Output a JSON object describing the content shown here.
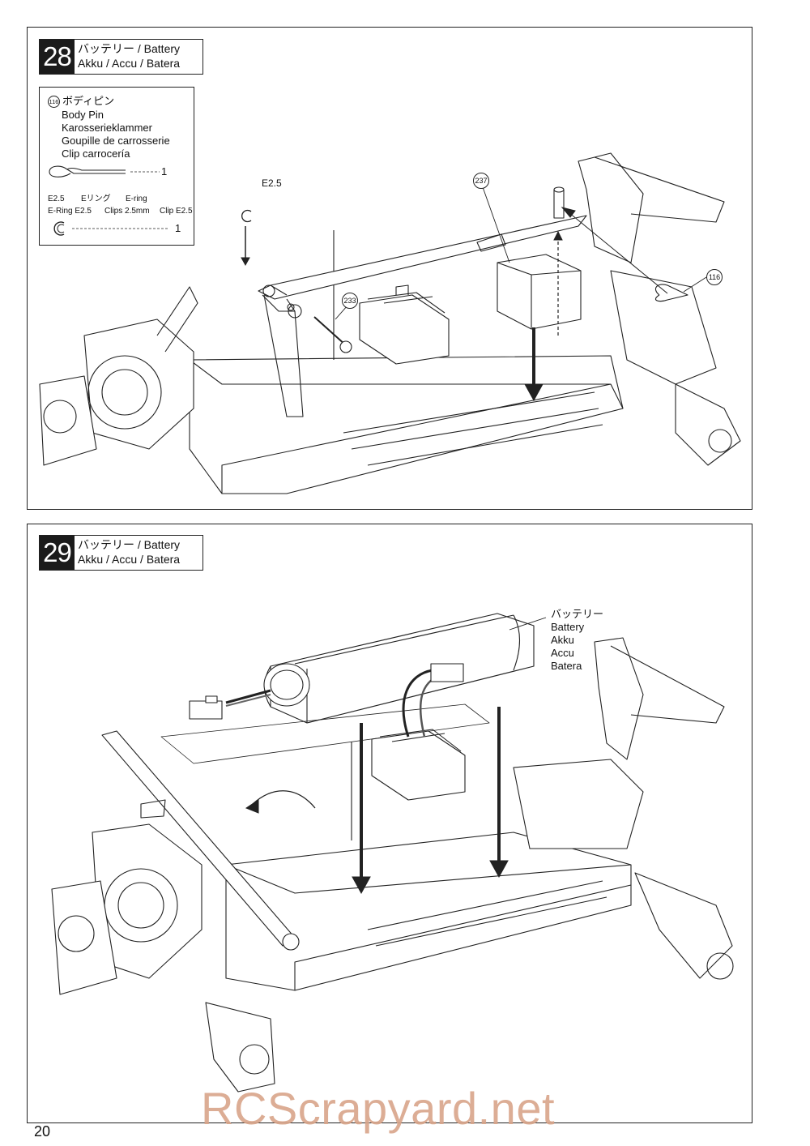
{
  "step28": {
    "number": "28",
    "title_line1": "バッテリー / Battery",
    "title_line2": "Akku / Accu / Batera",
    "parts": {
      "body_pin": {
        "ref": "116",
        "names": [
          "ボディピン",
          "Body Pin",
          "Karosserieklammer",
          "Goupille de carrosserie",
          "Clip carrocería"
        ],
        "qty": "1"
      },
      "e_ring": {
        "size": "E2.5",
        "name_jp": "Eリング",
        "name_en": "E-ring",
        "name_de": "E-Ring E2.5",
        "name_fr": "Clips 2.5mm",
        "name_es": "Clip E2.5",
        "qty": "1"
      }
    },
    "callouts": {
      "eclip_label": "E2.5",
      "part_237": "237",
      "part_233": "233",
      "part_116": "116"
    }
  },
  "step29": {
    "number": "29",
    "title_line1": "バッテリー / Battery",
    "title_line2": "Akku / Accu / Batera",
    "battery_label": [
      "バッテリー",
      "Battery",
      "Akku",
      "Accu",
      "Batera"
    ]
  },
  "page_number": "20",
  "watermark": "RCScrapyard.net"
}
